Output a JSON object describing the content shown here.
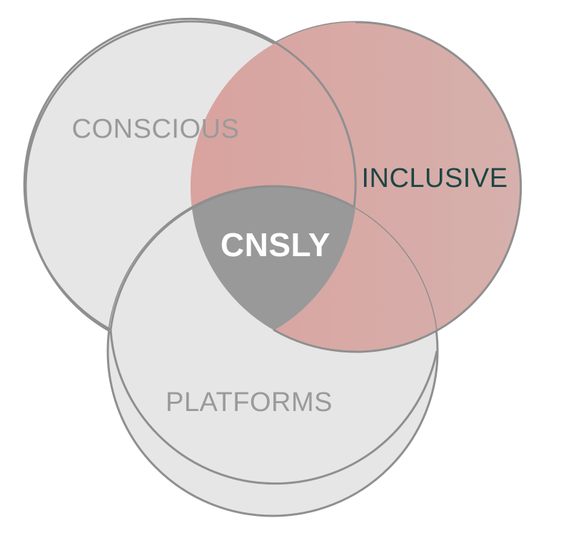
{
  "diagram": {
    "type": "venn",
    "sets": [
      {
        "id": "conscious",
        "label": "CONSCIOUS"
      },
      {
        "id": "inclusive",
        "label": "INCLUSIVE"
      },
      {
        "id": "platforms",
        "label": "PLATFORMS"
      }
    ],
    "intersection_label": "CNSLY",
    "colors": {
      "circle_fill": "#e6e6e6",
      "circle_stroke": "#8f8f8f",
      "inclusive_fill_left": "#d9a39f",
      "inclusive_fill_right": "#d6b0ac",
      "center_fill": "#999999",
      "label_gray": "#9a9a9a",
      "inclusive_text": "#1d4545",
      "center_text": "#ffffff"
    }
  }
}
